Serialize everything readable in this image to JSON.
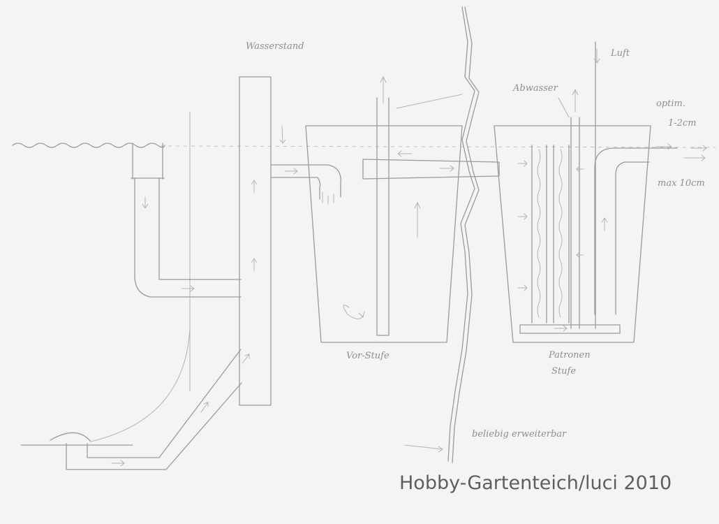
{
  "labels": {
    "water_level": "Wasserstand",
    "waste_water": "Abwasser",
    "air": "Luft",
    "outflow_optimum": "optim.",
    "outflow_optimum_range": "1-2cm",
    "outflow_max": "max 10cm",
    "pre_stage": "Vor-Stufe",
    "cartridge_stage_line1": "Patronen",
    "cartridge_stage_line2": "Stufe",
    "extendable": "beliebig erweiterbar"
  },
  "credit": "Hobby-Gartenteich/luci 2010"
}
